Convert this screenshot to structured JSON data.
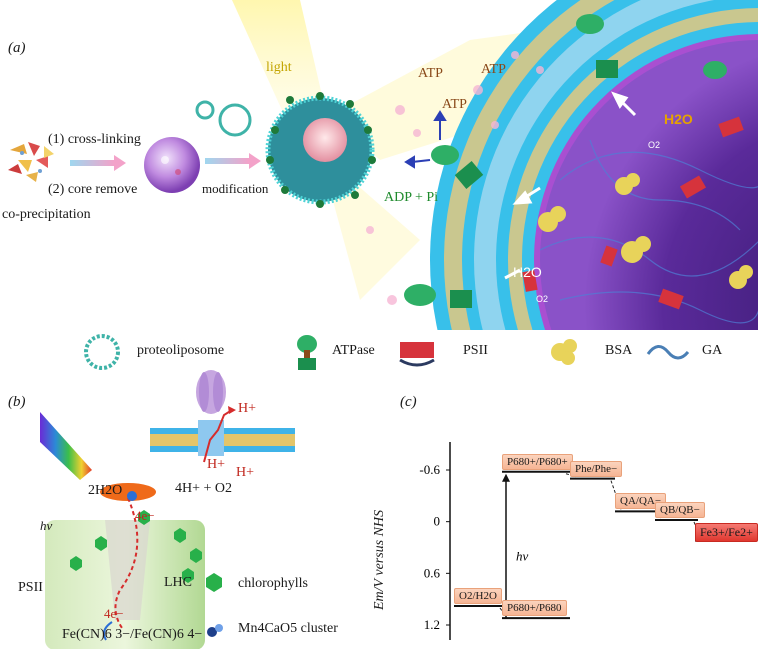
{
  "panel_a": {
    "label": "(a)",
    "steps": {
      "co_precipitation": "co-precipitation",
      "cross_linking": "(1) cross-linking",
      "core_remove": "(2) core remove",
      "modification": "modification"
    },
    "labels": {
      "light": "light",
      "atp_1": "ATP",
      "atp_2": "ATP",
      "atp_3": "ATP",
      "adp_pi": "ADP + Pi",
      "h2o_top": "H2O",
      "h2o_bottom": "H2O",
      "o2_1": "O2",
      "o2_2": "O2"
    },
    "legend": [
      {
        "name": "proteoliposome"
      },
      {
        "name": "ATPase"
      },
      {
        "name": "PSII"
      },
      {
        "name": "BSA"
      },
      {
        "name": "GA"
      }
    ]
  },
  "panel_b": {
    "label": "(b)",
    "labels": {
      "h_plus_1": "H+",
      "h_plus_2": "H+",
      "h_plus_3": "H+",
      "water": "2H2O",
      "protons_o2": "4H+ + O2",
      "hv": "hv",
      "psii": "PSII",
      "lhc": "LHC",
      "e_top": "4e−",
      "e_bottom": "4e−",
      "ferricyanide": "Fe(CN)6 3−/Fe(CN)6 4−"
    },
    "legend": [
      {
        "name": "chlorophylls"
      },
      {
        "name": "Mn4CaO5 cluster"
      }
    ]
  },
  "panel_c": {
    "label": "(c)",
    "axis_label": "Em/V versus NHS",
    "ticks": [
      "-0.6",
      "0",
      "0.6",
      "1.2"
    ],
    "hv_label": "hv",
    "levels": [
      {
        "name": "P680+/P680+",
        "em": -0.58
      },
      {
        "name": "Phe/Phe−",
        "em": -0.5
      },
      {
        "name": "QA/QA−",
        "em": -0.12
      },
      {
        "name": "QB/QB−",
        "em": -0.02
      },
      {
        "name": "Fe3+/Fe2+",
        "em": 0.22
      },
      {
        "name": "O2/H2O",
        "em": 0.98
      },
      {
        "name": "P680+/P680",
        "em": 1.12
      }
    ]
  }
}
